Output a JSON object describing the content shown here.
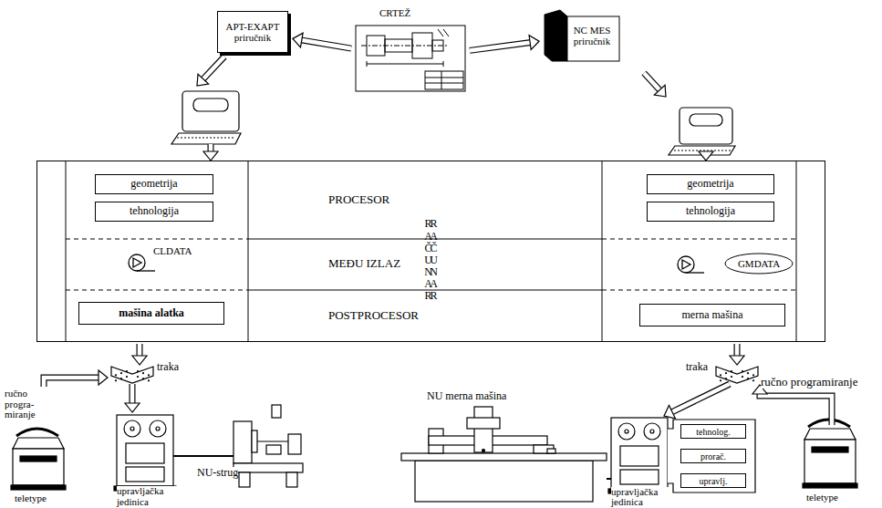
{
  "diagram": {
    "nodes": [
      {
        "text": [
          "APT-EXAPT priručnik"
        ]
      },
      {
        "text": [
          "CRTEŽ"
        ]
      },
      {
        "text": [
          "NC MES priručnik"
        ]
      },
      {
        "text": [
          "RAČUNAR",
          "RAČUNAR"
        ]
      },
      {
        "text": [
          "geometrija"
        ],
        "in": 3
      },
      {
        "text": [
          "tehnologija"
        ],
        "in": 3
      },
      {
        "text": [
          "mašina alatka"
        ],
        "in": 3
      },
      {
        "text": [
          "geometrija"
        ],
        "in": 3
      },
      {
        "text": [
          "tehnologija"
        ],
        "in": 3
      },
      {
        "text": [
          "GMDATA"
        ],
        "in": 3
      },
      {
        "text": [
          "merna mašina"
        ],
        "in": 3
      },
      {
        "text": [
          "tehnolog."
        ]
      },
      {
        "text": [
          "prorač."
        ]
      },
      {
        "text": [
          "upravlj."
        ]
      }
    ],
    "edges": [
      {
        "from": 1,
        "to": 0,
        "arrow": "to"
      },
      {
        "from": 1,
        "to": 2,
        "arrow": "to"
      }
    ],
    "labels": [
      "CLDATA",
      "PROCESOR",
      "MEĐU IZLAZ",
      "POSTPROCESOR",
      "traka",
      "ručno progra- miranje",
      "teletype",
      "upravljačka jedinica",
      "NU-strug",
      "NU merna mašina",
      "traka",
      "ručno programiranje",
      "upravljačka jedinica",
      "teletype"
    ]
  }
}
